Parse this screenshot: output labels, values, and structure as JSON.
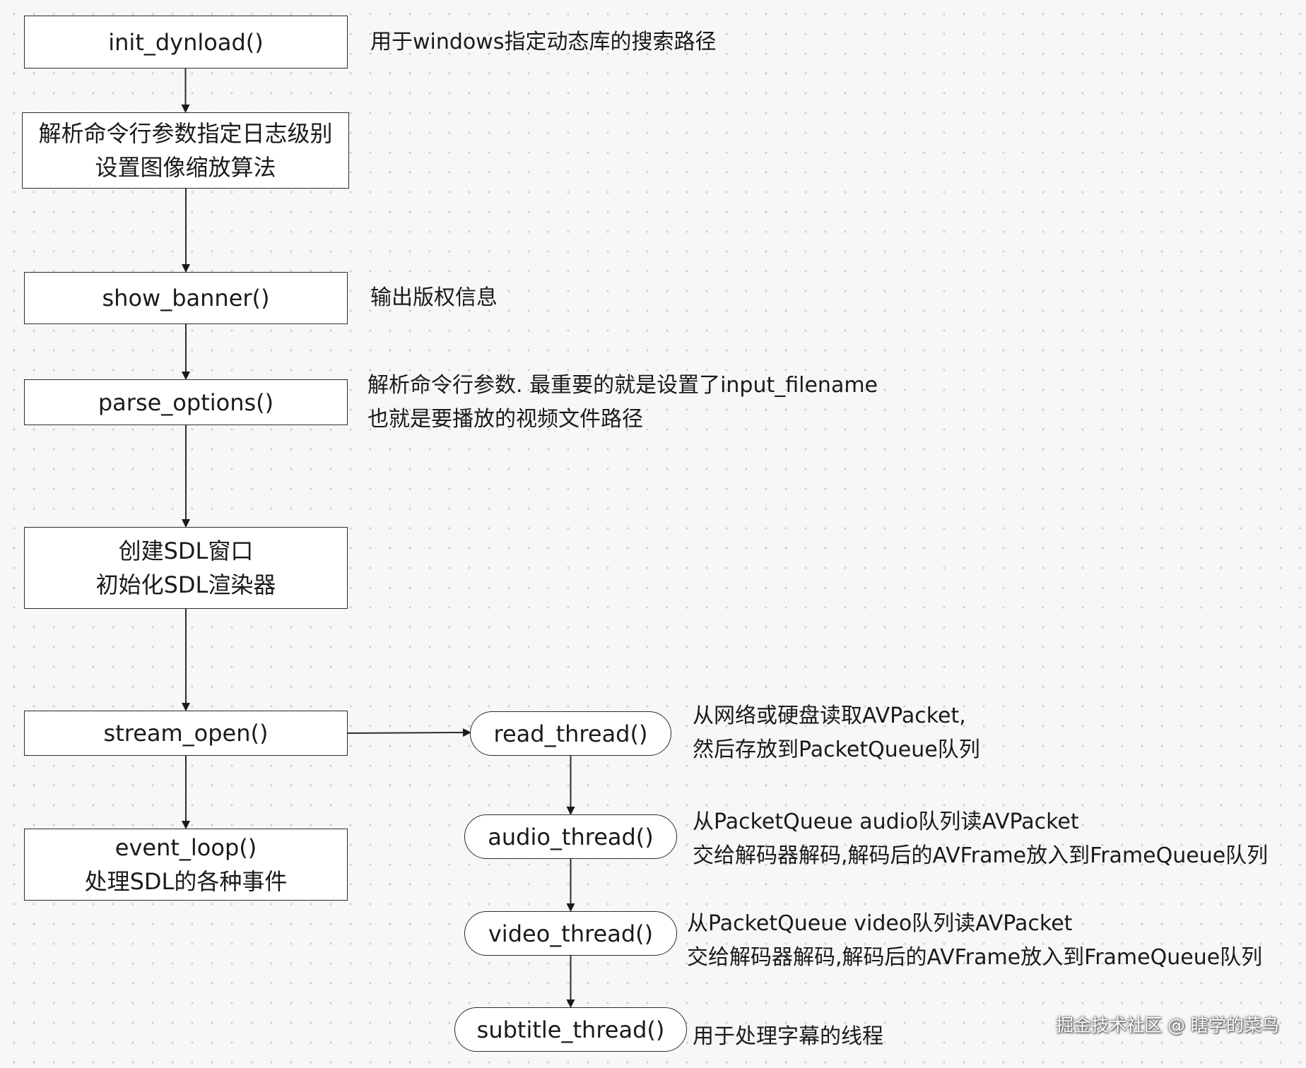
{
  "nodes": {
    "init_dynload": {
      "lines": [
        "init_dynload()"
      ]
    },
    "parse_cmd_loglevel": {
      "lines": [
        "解析命令行参数指定日志级别",
        "设置图像缩放算法"
      ]
    },
    "show_banner": {
      "lines": [
        "show_banner()"
      ]
    },
    "parse_options": {
      "lines": [
        "parse_options()"
      ]
    },
    "create_sdl": {
      "lines": [
        "创建SDL窗口",
        "初始化SDL渲染器"
      ]
    },
    "stream_open": {
      "lines": [
        "stream_open()"
      ]
    },
    "event_loop": {
      "lines": [
        "event_loop()",
        "处理SDL的各种事件"
      ]
    },
    "read_thread": {
      "lines": [
        "read_thread()"
      ]
    },
    "audio_thread": {
      "lines": [
        "audio_thread()"
      ]
    },
    "video_thread": {
      "lines": [
        "video_thread()"
      ]
    },
    "subtitle_thread": {
      "lines": [
        "subtitle_thread()"
      ]
    }
  },
  "notes": {
    "init_dynload": [
      "用于windows指定动态库的搜索路径"
    ],
    "show_banner": [
      "输出版权信息"
    ],
    "parse_options": [
      "解析命令行参数. 最重要的就是设置了input_filename",
      "也就是要播放的视频文件路径"
    ],
    "read_thread": [
      "从网络或硬盘读取AVPacket,",
      "然后存放到PacketQueue队列"
    ],
    "audio_thread": [
      "从PacketQueue audio队列读AVPacket",
      "交给解码器解码,解码后的AVFrame放入到FrameQueue队列"
    ],
    "video_thread": [
      "从PacketQueue video队列读AVPacket",
      "交给解码器解码,解码后的AVFrame放入到FrameQueue队列"
    ],
    "subtitle_thread": [
      "用于处理字幕的线程"
    ]
  },
  "edges": [
    {
      "from": "init_dynload",
      "to": "parse_cmd_loglevel"
    },
    {
      "from": "parse_cmd_loglevel",
      "to": "show_banner"
    },
    {
      "from": "show_banner",
      "to": "parse_options"
    },
    {
      "from": "parse_options",
      "to": "create_sdl"
    },
    {
      "from": "create_sdl",
      "to": "stream_open"
    },
    {
      "from": "stream_open",
      "to": "event_loop"
    },
    {
      "from": "stream_open",
      "to": "read_thread"
    },
    {
      "from": "read_thread",
      "to": "audio_thread"
    },
    {
      "from": "audio_thread",
      "to": "video_thread"
    },
    {
      "from": "video_thread",
      "to": "subtitle_thread"
    }
  ],
  "watermark": "掘金技术社区 @ 瞎学的菜鸟",
  "colors": {
    "stroke": "#2b2b2b",
    "node_fill": "#ffffff",
    "background": "#f7f7f7",
    "text": "#1a1a1a"
  }
}
